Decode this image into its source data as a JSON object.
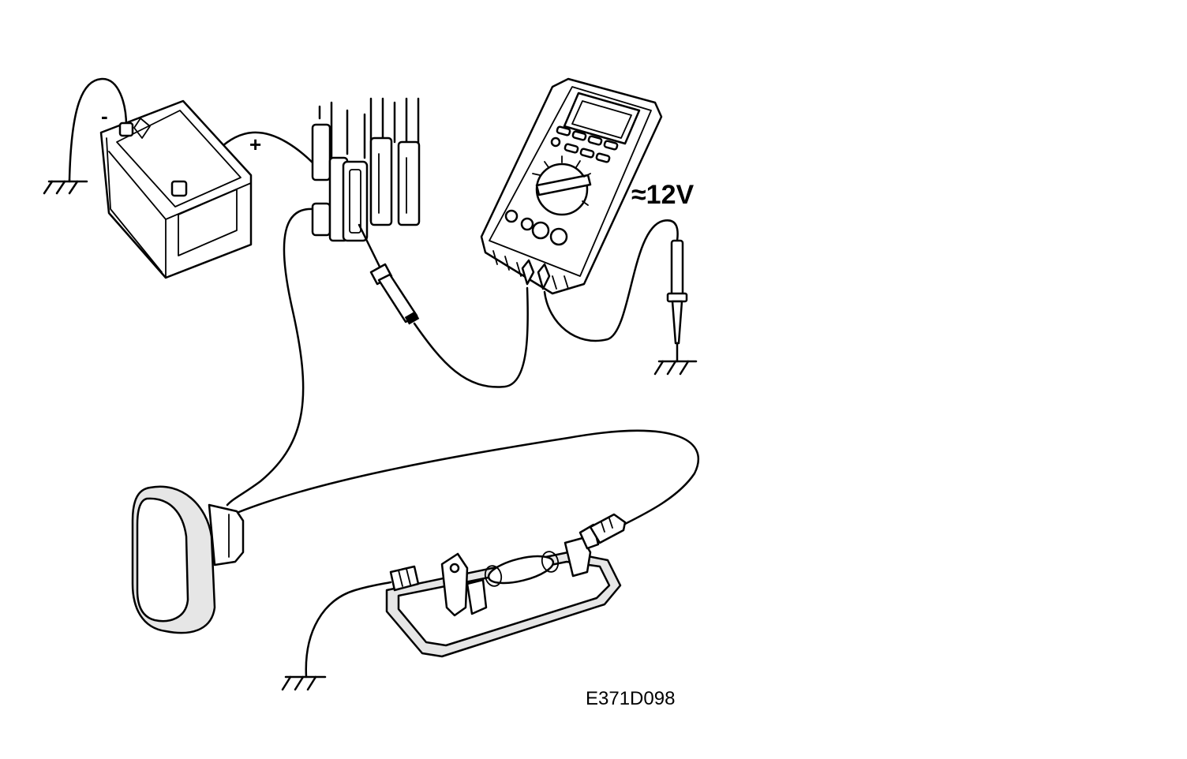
{
  "diagram": {
    "battery": {
      "negative_label": "-",
      "positive_label": "+"
    },
    "multimeter": {
      "reading_label": "≈12V"
    },
    "figure_code": "E371D098",
    "components": [
      "battery",
      "fuse-box",
      "multimeter",
      "test-probe",
      "switch",
      "lamp-housing",
      "ground-symbol"
    ]
  }
}
